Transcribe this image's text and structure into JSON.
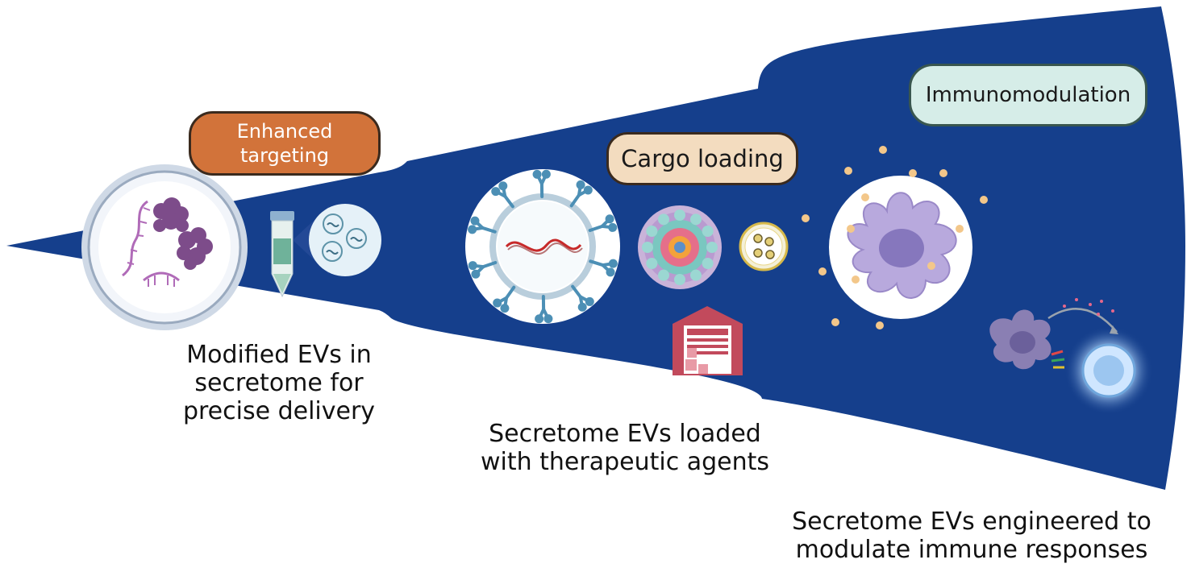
{
  "diagram": {
    "stages": [
      {
        "label": "Enhanced targeting",
        "caption": "Modified EVs in secretome for precise delivery"
      },
      {
        "label": "Cargo loading",
        "caption": "Secretome EVs loaded with therapeutic agents"
      },
      {
        "label": "Immunomodulation",
        "caption": "Secretome EVs engineered to modulate immune responses"
      }
    ],
    "icons": [
      "rna-strand-icon",
      "protein-cluster-icon",
      "sample-tube-icon",
      "ev-vesicle-icon",
      "surface-receptor-ev-icon",
      "loaded-nanoparticle-icon",
      "enzyme-cargo-vesicle-icon",
      "warehouse-icon",
      "dendritic-cell-icon",
      "t-cell-icon"
    ],
    "colors": {
      "funnel": "#153f8c",
      "targeting_pill": "#d2733a",
      "cargo_pill": "#f3dcbf",
      "immuno_pill": "#d6ede8"
    }
  }
}
